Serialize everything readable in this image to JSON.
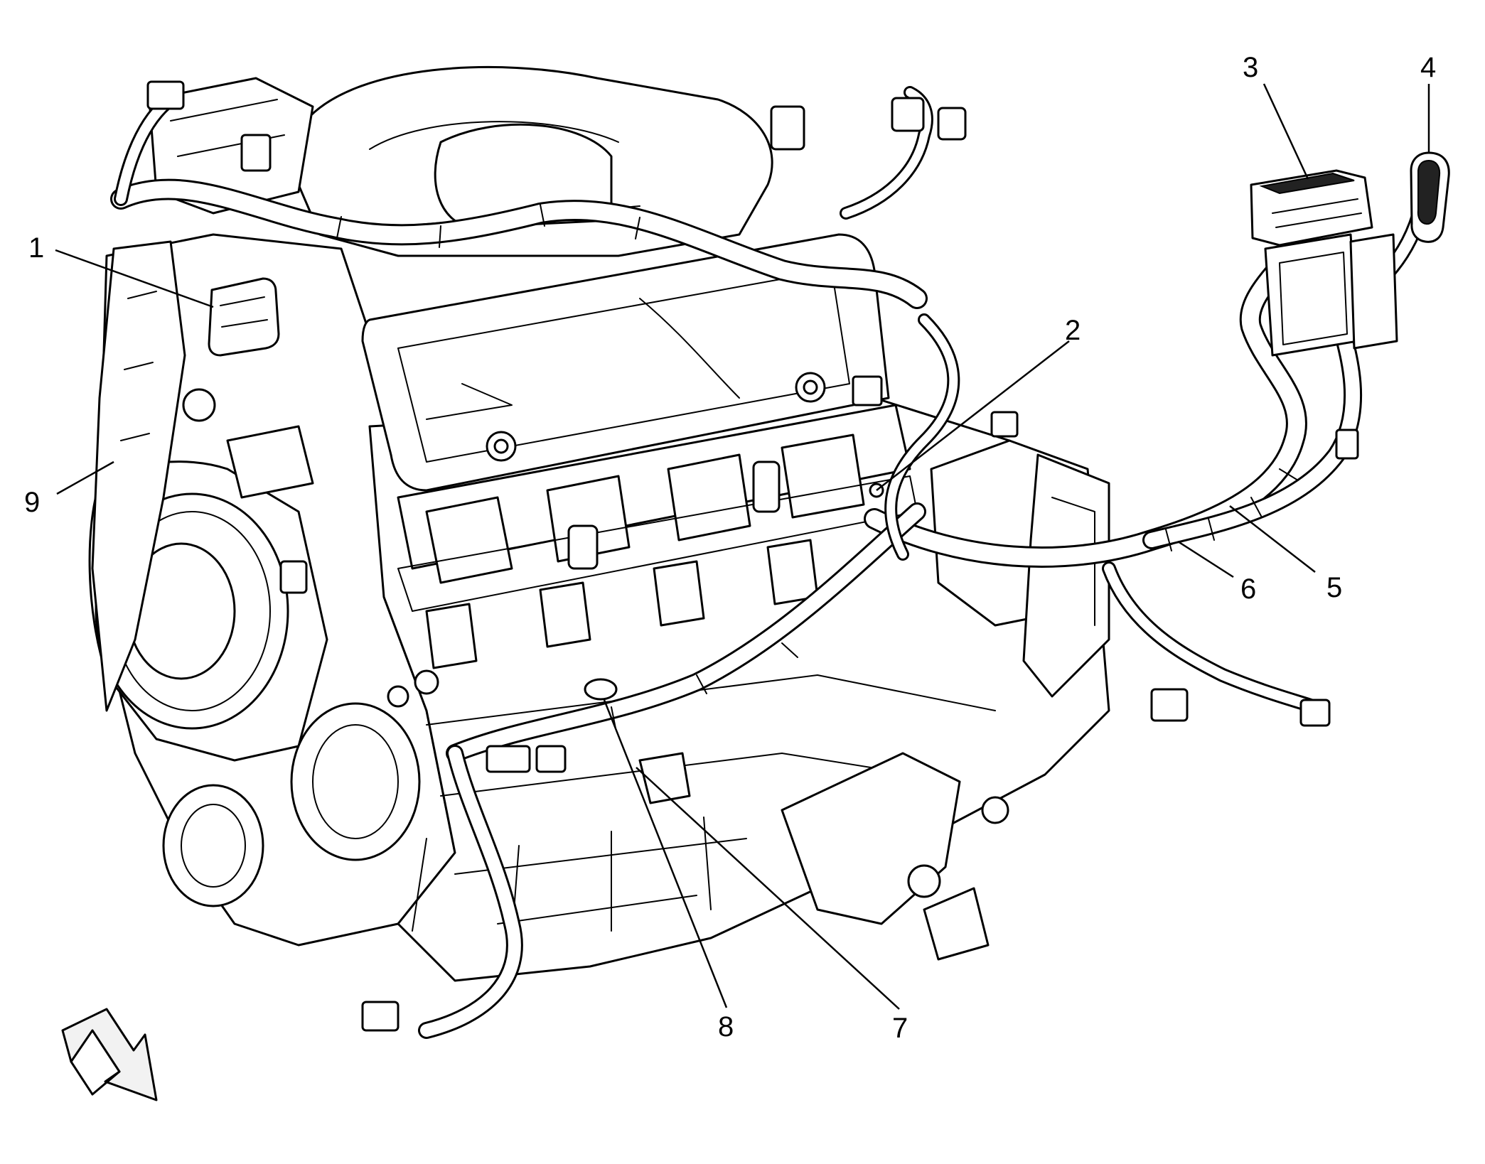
{
  "callouts": [
    {
      "label": "1"
    },
    {
      "label": "2"
    },
    {
      "label": "3"
    },
    {
      "label": "4"
    },
    {
      "label": "5"
    },
    {
      "label": "6"
    },
    {
      "label": "7"
    },
    {
      "label": "8"
    },
    {
      "label": "9"
    }
  ],
  "icons": {
    "view_arrow": "view-direction-arrow-icon"
  }
}
